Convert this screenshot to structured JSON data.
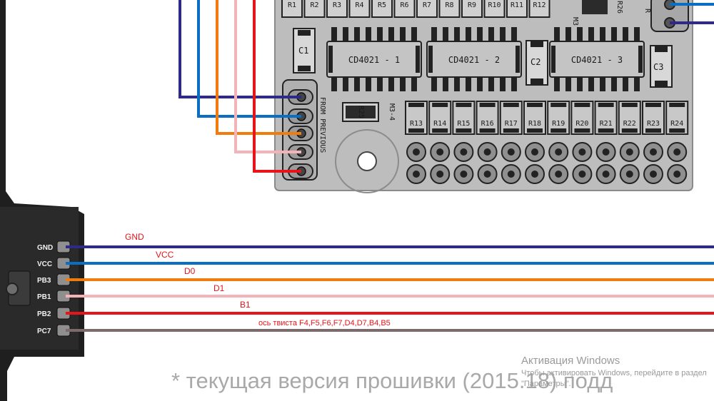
{
  "board": {
    "resistors_top": [
      "R1",
      "R2",
      "R3",
      "R4",
      "R5",
      "R6",
      "R7",
      "R8",
      "R9",
      "R10",
      "R11",
      "R12"
    ],
    "r26": "R26",
    "m3": "M3",
    "c1": "C1",
    "c2": "C2",
    "c3": "C3",
    "chips": [
      "CD4021 - 1",
      "CD4021 - 2",
      "CD4021 - 3"
    ],
    "r25": "R25",
    "m3_4": "M3-4",
    "connector_label": "FROM PREVIOUS",
    "resistors_bottom": [
      "R13",
      "R14",
      "R15",
      "R16",
      "R17",
      "R18",
      "R19",
      "R20",
      "R21",
      "R22",
      "R23",
      "R24"
    ],
    "r_top_right": "R",
    "colors": {
      "gnd": "#2e2a86",
      "vcc": "#0a6fc2",
      "d0": "#f07c0f",
      "d1": "#f4b3b8",
      "b1": "#e8141a",
      "twist": "#7d6b6b"
    }
  },
  "controller": {
    "pins": [
      "GND",
      "VCC",
      "PB3",
      "PB1",
      "PB2",
      "PC7"
    ]
  },
  "wires": {
    "gnd_label": "GND",
    "vcc_label": "VCC",
    "d0_label": "D0",
    "d1_label": "D1",
    "b1_label": "B1",
    "twist_label": "ось твиста F4,F5,F6,F7,D4,D7,B4,B5"
  },
  "footer": {
    "note": "* текущая версия прошивки (2015.18) подд"
  },
  "watermark": {
    "title": "Активация Windows",
    "subtitle": "Чтобы активировать Windows, перейдите в раздел \"Параметры\"."
  }
}
